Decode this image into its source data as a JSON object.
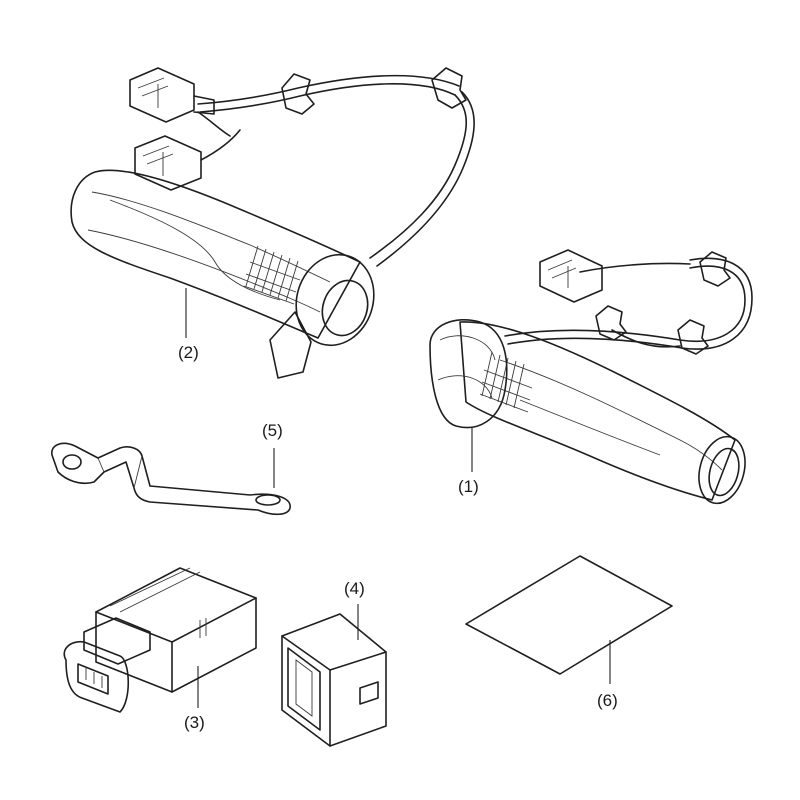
{
  "colors": {
    "line": "#1f1f1f",
    "grip_dark": "#d9d9d9",
    "grip_light": "#ececec",
    "part_fill": "#f2f2f2",
    "paper": "#ffffff"
  },
  "parts": [
    {
      "id": "1",
      "label": "(1)",
      "icon": "right-heated-grip-icon"
    },
    {
      "id": "2",
      "label": "(2)",
      "icon": "left-heated-grip-icon"
    },
    {
      "id": "3",
      "label": "(3)",
      "icon": "connector-module-icon"
    },
    {
      "id": "4",
      "label": "(4)",
      "icon": "connector-cover-icon"
    },
    {
      "id": "5",
      "label": "(5)",
      "icon": "mounting-bracket-icon"
    },
    {
      "id": "6",
      "label": "(6)",
      "icon": "instruction-sheet-icon"
    }
  ]
}
